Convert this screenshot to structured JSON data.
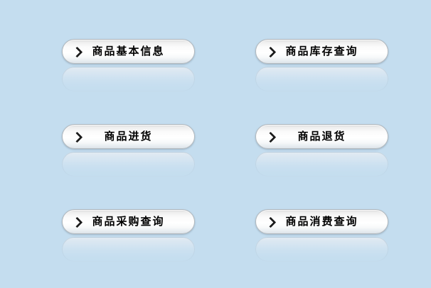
{
  "page": {
    "background_color": "#c4ddef",
    "button_face_color": "#ffffff",
    "button_border_color": "#b2b8bd",
    "text_color": "#000000",
    "arrow_color": "#1c1c1c"
  },
  "buttons": [
    {
      "label": "商品基本信息",
      "icon": "chevron-right"
    },
    {
      "label": "商品库存查询",
      "icon": "chevron-right"
    },
    {
      "label": "商品进货",
      "icon": "chevron-right"
    },
    {
      "label": "商品退货",
      "icon": "chevron-right"
    },
    {
      "label": "商品采购查询",
      "icon": "chevron-right"
    },
    {
      "label": "商品消费查询",
      "icon": "chevron-right"
    }
  ]
}
